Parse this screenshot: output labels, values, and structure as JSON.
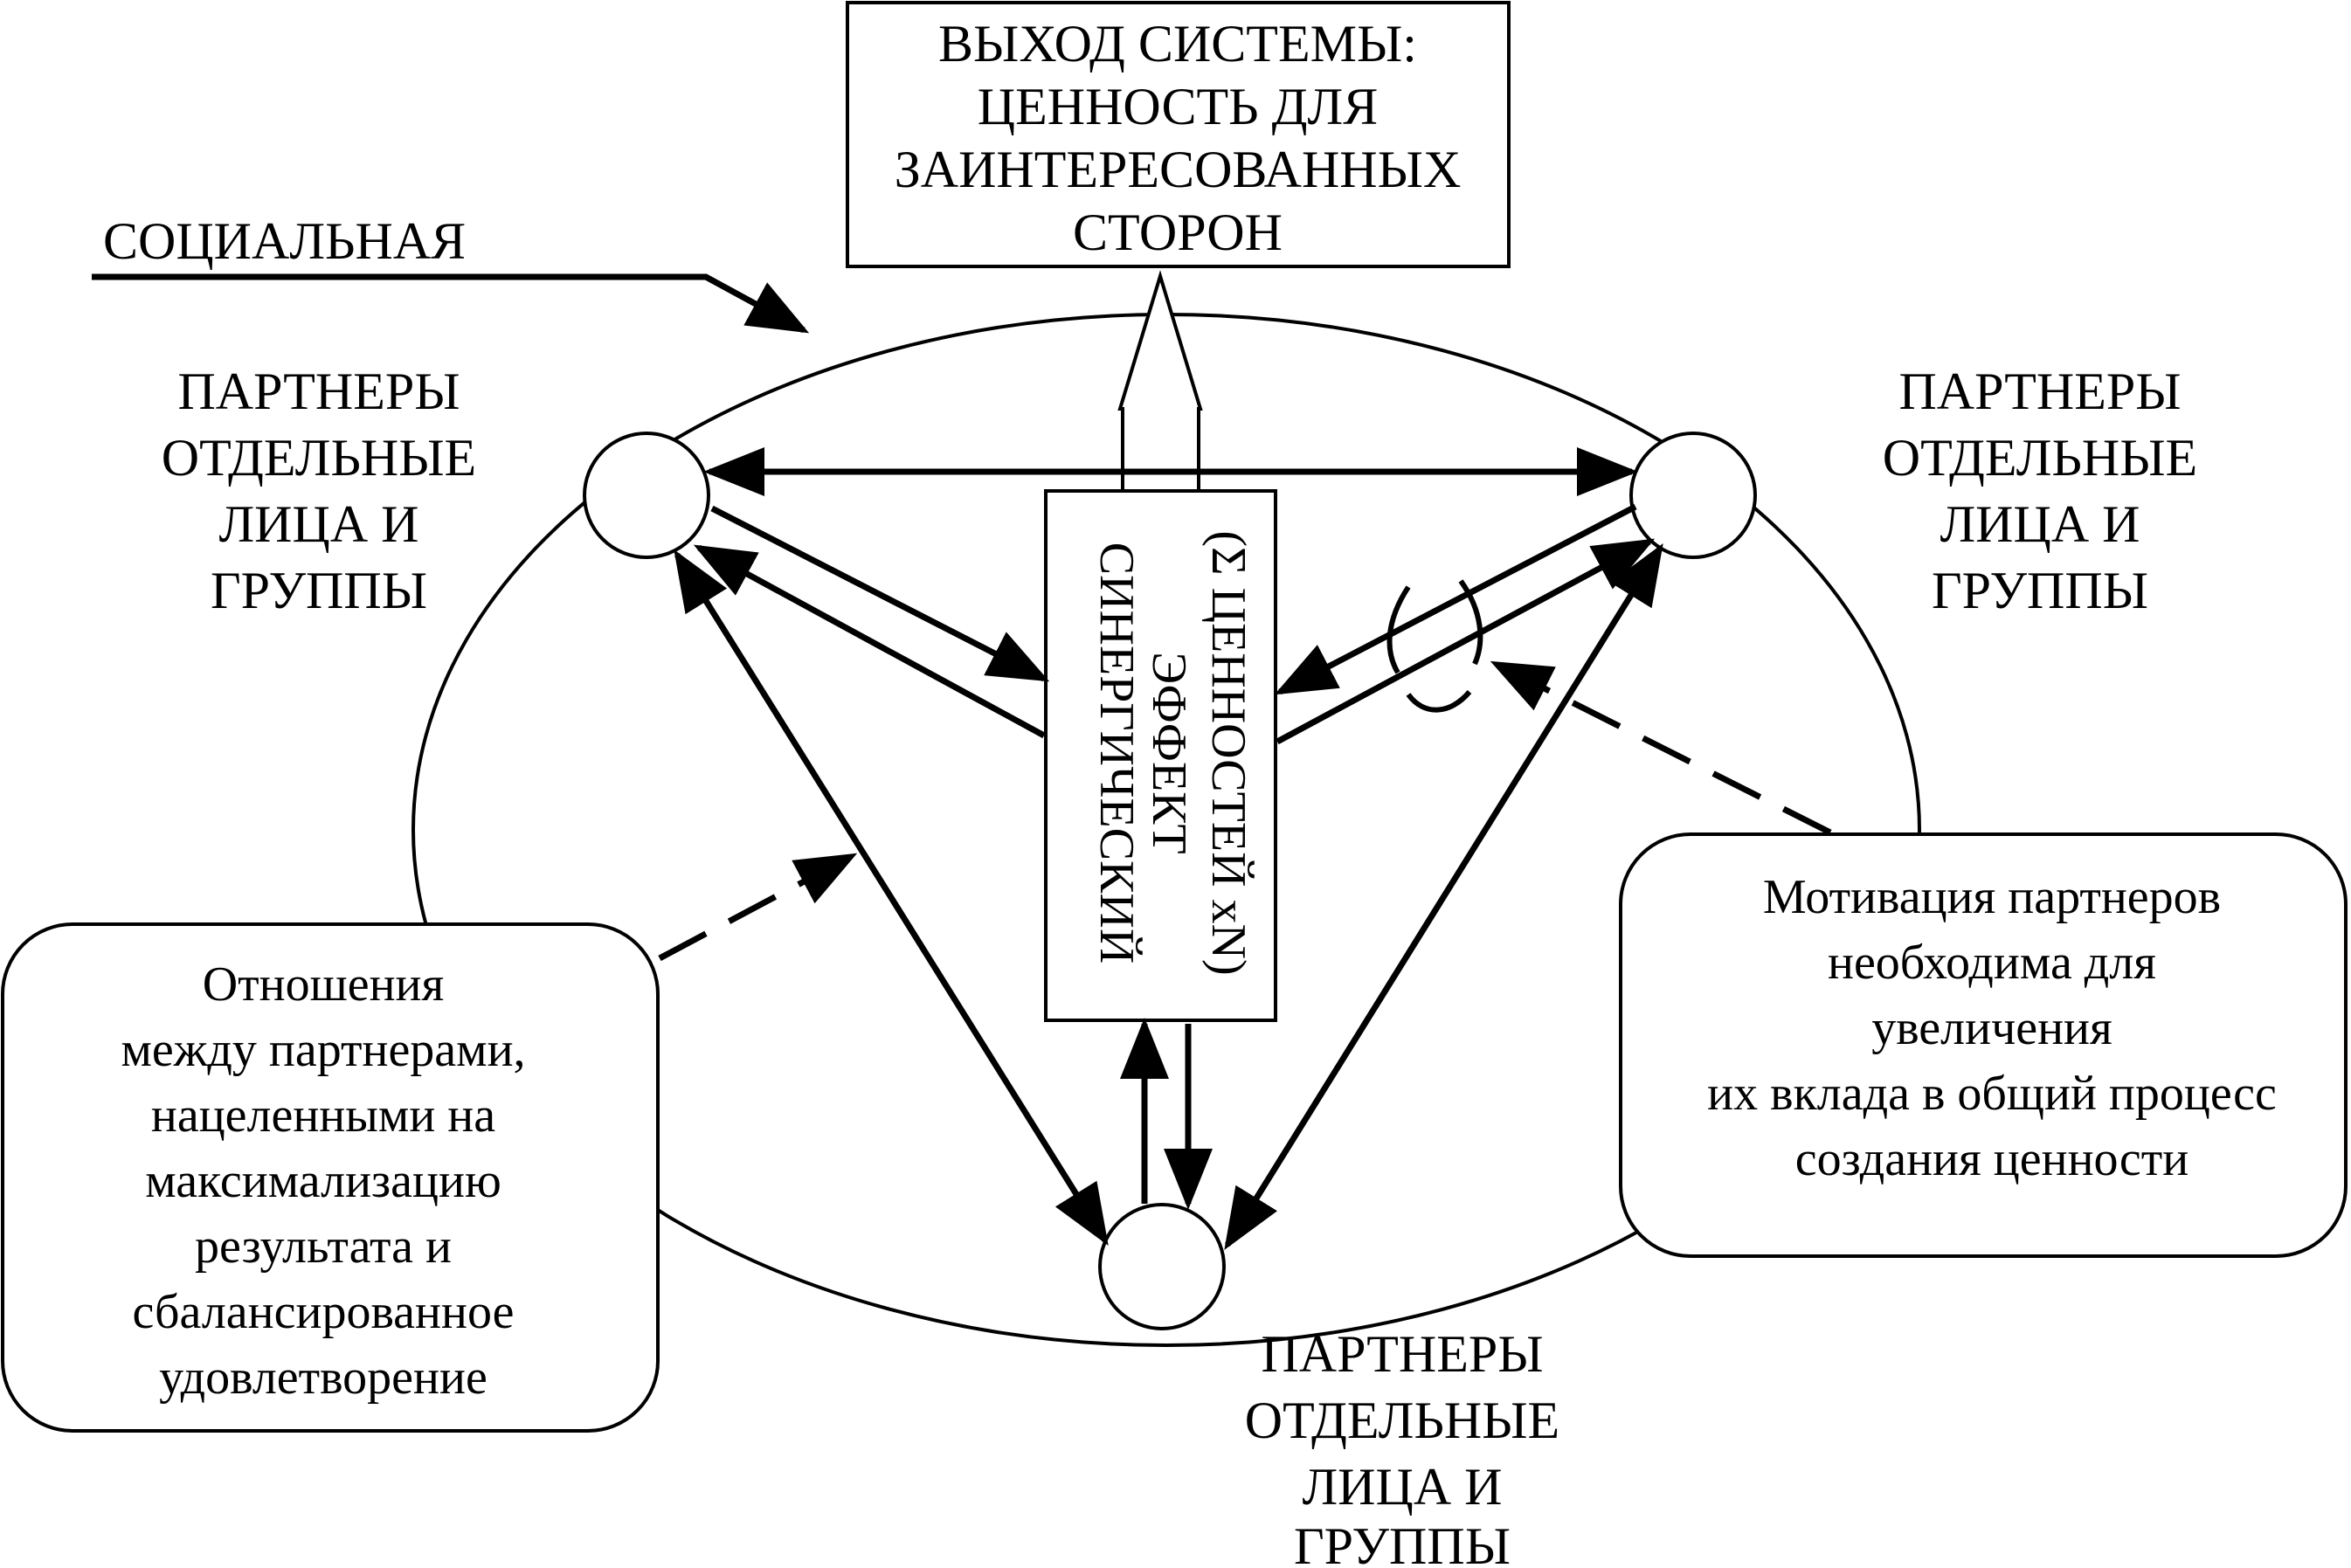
{
  "output_box": {
    "lines": [
      "ВЫХОД СИСТЕМЫ:",
      "ЦЕННОСТЬ ДЛЯ",
      "ЗАИНТЕРЕСОВАННЫХ",
      "СТОРОН"
    ]
  },
  "social_label": "СОЦИАЛЬНАЯ",
  "partners_left": [
    "ПАРТНЕРЫ",
    "ОТДЕЛЬНЫЕ",
    "ЛИЦА И",
    "ГРУППЫ"
  ],
  "partners_right": [
    "ПАРТНЕРЫ",
    "ОТДЕЛЬНЫЕ",
    "ЛИЦА И",
    "ГРУППЫ"
  ],
  "partners_bottom": [
    "ПАРТНЕРЫ",
    "ОТДЕЛЬНЫЕ",
    "ЛИЦА И",
    "ГРУППЫ"
  ],
  "synergy_box": {
    "lines": [
      "СИНЕРГИЧЕСКИЙ",
      "ЭФФЕКТ",
      "(Σ ЦЕННОСТЕЙ xN)"
    ]
  },
  "relations_box": {
    "lines": [
      "Отношения",
      "между партнерами,",
      "нацеленными на",
      "максимализацию",
      "результата и",
      "сбалансированное",
      "удовлетворение"
    ]
  },
  "motivation_box": {
    "lines": [
      "Мотивация партнеров",
      "необходима для",
      "увеличения",
      "их вклада в общий процесс",
      "создания ценности"
    ]
  }
}
